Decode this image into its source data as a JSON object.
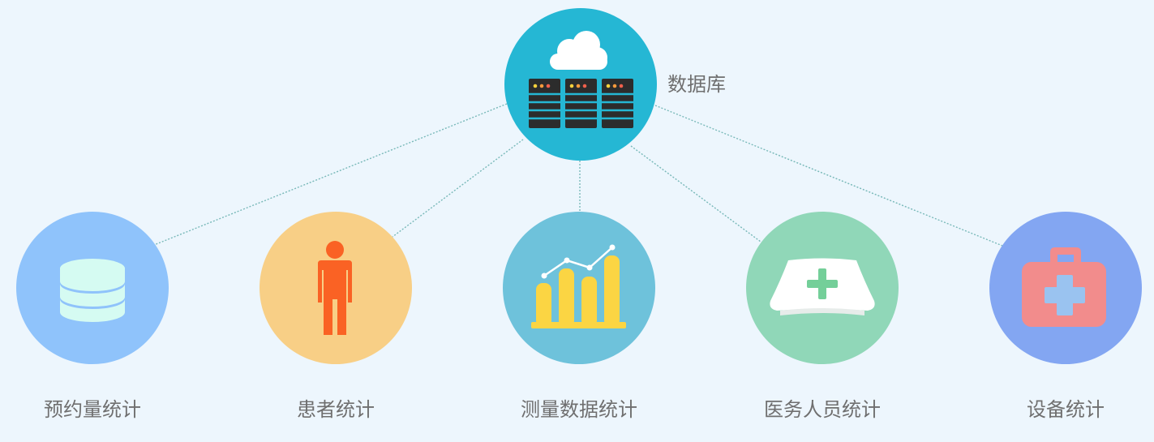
{
  "hub": {
    "label": "数据库",
    "icon": "cloud-server-icon",
    "color": "#25b7d4"
  },
  "nodes": [
    {
      "label": "预约量统计",
      "icon": "database-stack-icon",
      "color": "#8fc3fb"
    },
    {
      "label": "患者统计",
      "icon": "person-icon",
      "color": "#f8cf86"
    },
    {
      "label": "测量数据统计",
      "icon": "bar-chart-icon",
      "color": "#6ec2db"
    },
    {
      "label": "医务人员统计",
      "icon": "medical-cap-icon",
      "color": "#90d7b8"
    },
    {
      "label": "设备统计",
      "icon": "first-aid-kit-icon",
      "color": "#83a6f2"
    }
  ]
}
